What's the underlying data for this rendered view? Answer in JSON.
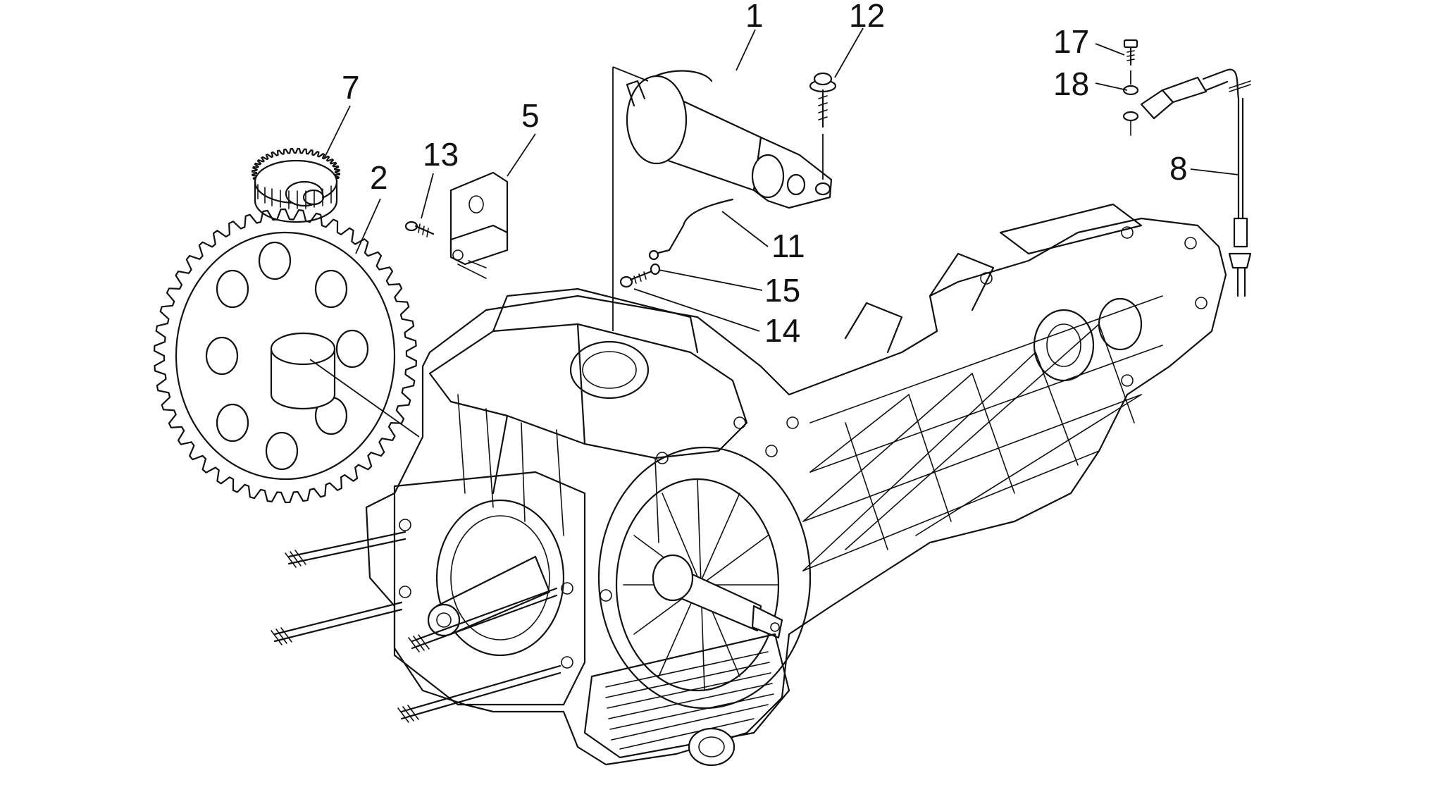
{
  "callouts": [
    {
      "id": "1",
      "label": "1"
    },
    {
      "id": "2",
      "label": "2"
    },
    {
      "id": "5",
      "label": "5"
    },
    {
      "id": "7",
      "label": "7"
    },
    {
      "id": "8",
      "label": "8"
    },
    {
      "id": "11",
      "label": "11"
    },
    {
      "id": "12",
      "label": "12"
    },
    {
      "id": "13",
      "label": "13"
    },
    {
      "id": "14",
      "label": "14"
    },
    {
      "id": "15",
      "label": "15"
    },
    {
      "id": "17",
      "label": "17"
    },
    {
      "id": "18",
      "label": "18"
    }
  ],
  "colors": {
    "line": "#111111",
    "background": "#ffffff"
  }
}
